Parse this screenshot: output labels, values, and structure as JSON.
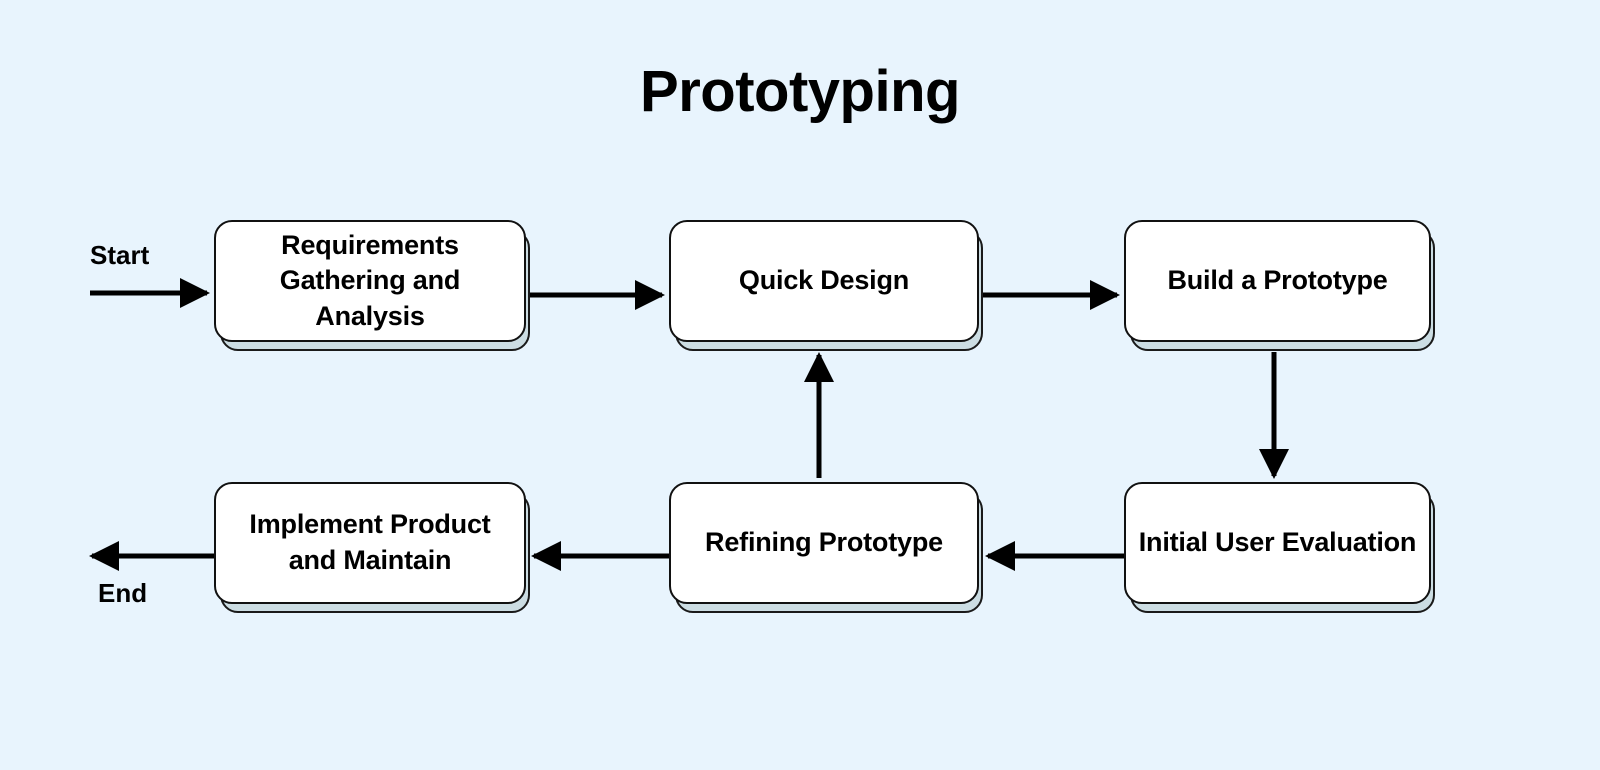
{
  "diagram": {
    "title": "Prototyping",
    "type": "flowchart",
    "background_color": "#e8f4fd",
    "node_fill_color": "#ffffff",
    "node_border_color": "#111111",
    "node_shadow_color": "#ccdde3",
    "connector_color": "#000000",
    "endpoints": {
      "start_label": "Start",
      "end_label": "End"
    },
    "nodes": [
      {
        "id": "requirements",
        "label": "Requirements Gathering and Analysis",
        "row": "top",
        "order": 1
      },
      {
        "id": "quick-design",
        "label": "Quick Design",
        "row": "top",
        "order": 2
      },
      {
        "id": "build",
        "label": "Build a Prototype",
        "row": "top",
        "order": 3
      },
      {
        "id": "initial-user",
        "label": "Initial User Evaluation",
        "row": "bottom",
        "order": 4
      },
      {
        "id": "refining",
        "label": "Refining Prototype",
        "row": "bottom",
        "order": 5
      },
      {
        "id": "implement",
        "label": "Implement Product and Maintain",
        "row": "bottom",
        "order": 6
      }
    ],
    "edges": [
      {
        "id": "start-to-requirements",
        "from": "start",
        "to": "requirements",
        "direction": "right"
      },
      {
        "id": "requirements-to-quick",
        "from": "requirements",
        "to": "quick-design",
        "direction": "right"
      },
      {
        "id": "quick-to-build",
        "from": "quick-design",
        "to": "build",
        "direction": "right"
      },
      {
        "id": "build-to-initial",
        "from": "build",
        "to": "initial-user",
        "direction": "down"
      },
      {
        "id": "initial-to-refining",
        "from": "initial-user",
        "to": "refining",
        "direction": "left"
      },
      {
        "id": "refining-to-quick",
        "from": "refining",
        "to": "quick-design",
        "direction": "up"
      },
      {
        "id": "refining-to-implement",
        "from": "refining",
        "to": "implement",
        "direction": "left"
      },
      {
        "id": "implement-to-end",
        "from": "implement",
        "to": "end",
        "direction": "left"
      }
    ]
  }
}
